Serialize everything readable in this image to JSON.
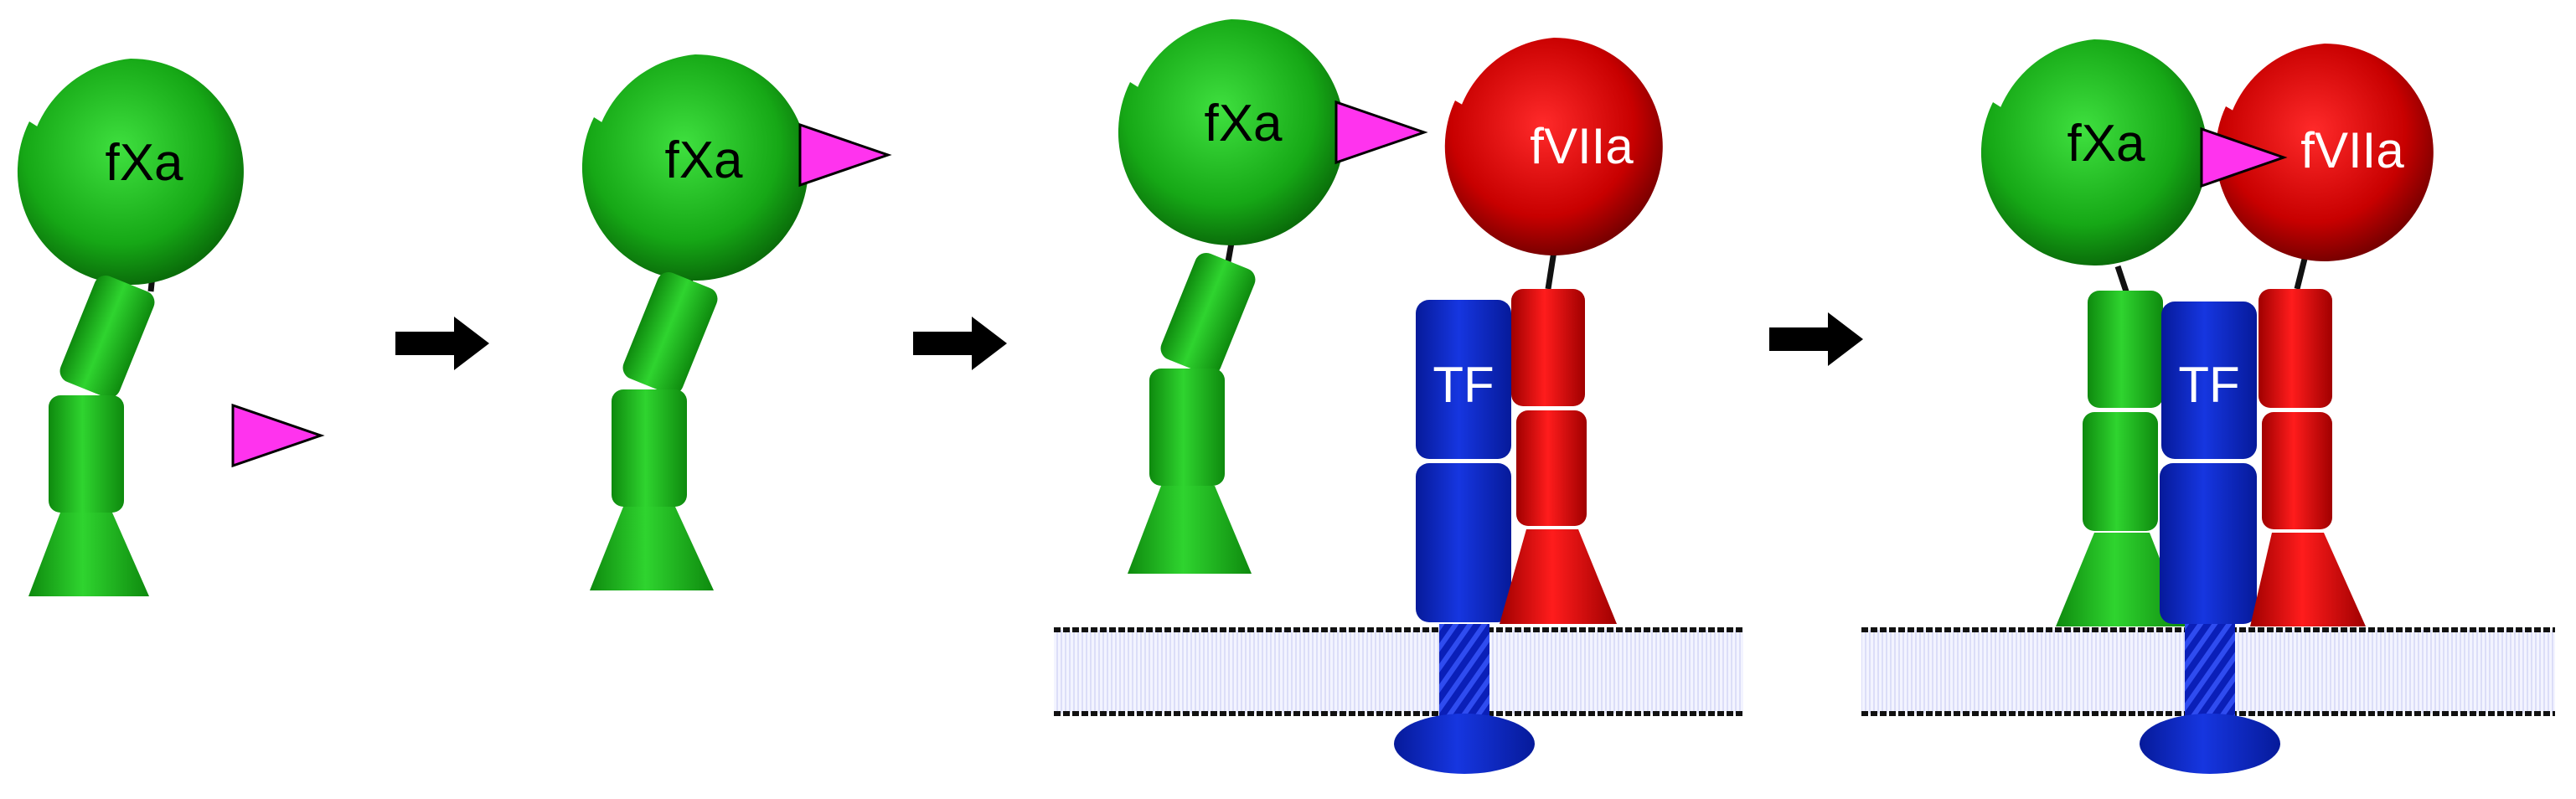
{
  "labels": {
    "fxa": "fXa",
    "fviia": "fVIIa",
    "tf": "TF"
  },
  "colors": {
    "fxa_green": "#16a516",
    "fviia_red": "#d40000",
    "tf_blue": "#0a23c8",
    "peptide_magenta": "#ff33ee",
    "arrow": "#000000",
    "membrane_fill": "#eef0ff"
  },
  "steps": [
    {
      "id": "step-1",
      "description_visible": false
    },
    {
      "id": "step-2",
      "description_visible": false
    },
    {
      "id": "step-3",
      "description_visible": false
    },
    {
      "id": "step-4",
      "description_visible": false
    }
  ]
}
